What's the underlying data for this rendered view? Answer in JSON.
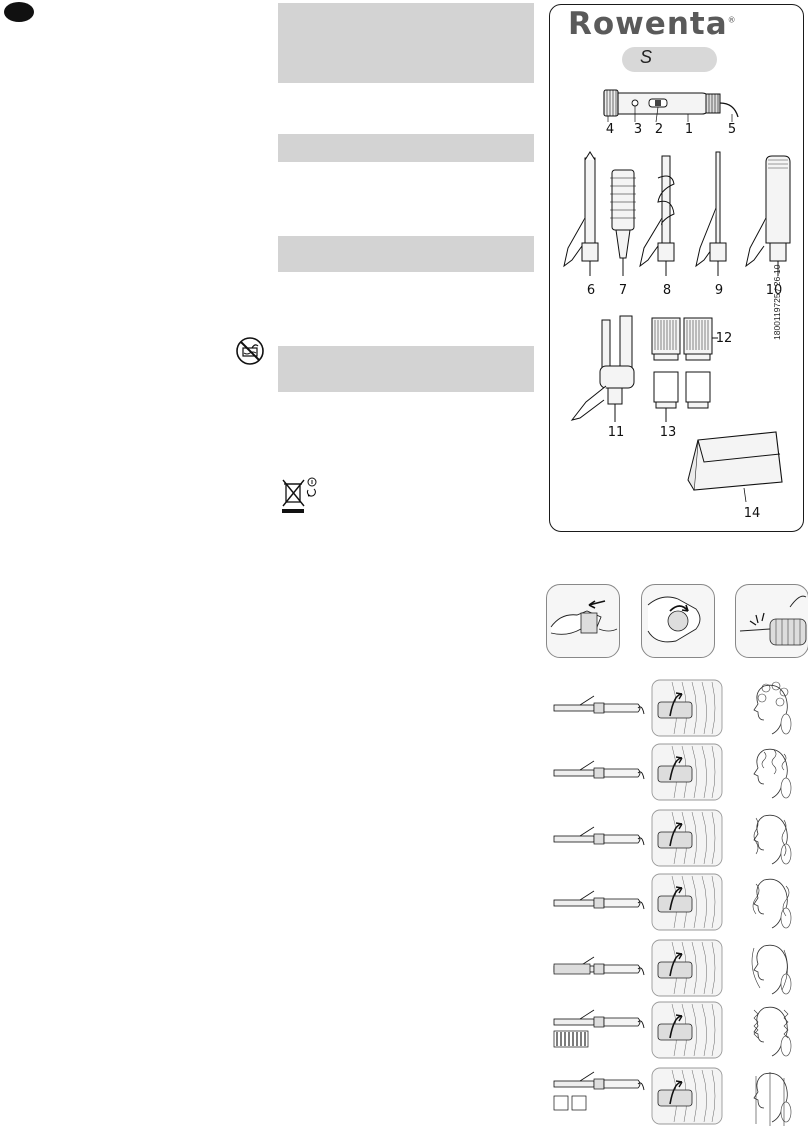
{
  "brand": "Rowenta",
  "model": "S",
  "reference": "1800119725 / 26-10",
  "parts": [
    "1",
    "2",
    "3",
    "4",
    "5",
    "6",
    "7",
    "8",
    "9",
    "10",
    "11",
    "12",
    "13",
    "14"
  ],
  "icons": {
    "no_water": "no-bath-water-icon",
    "recycle": "crossed-out-bin-icon",
    "info_mark": "Ⓘ"
  },
  "colors": {
    "box_gray": "#d3d3d3",
    "line": "#1a1a1a"
  }
}
